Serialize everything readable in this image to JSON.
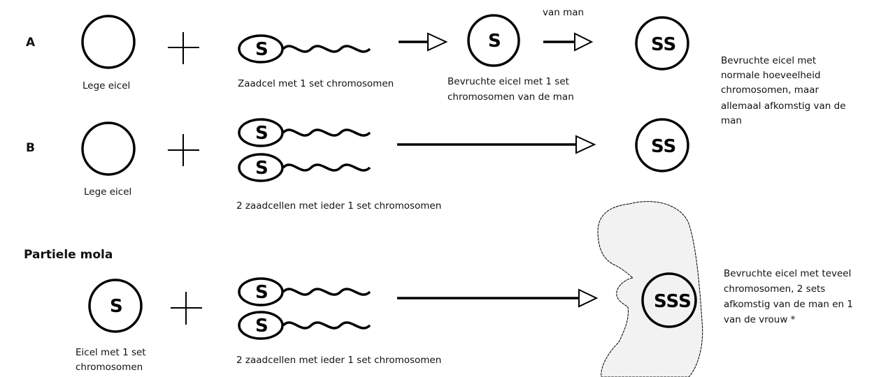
{
  "top": {
    "cut_label": "van man"
  },
  "row_a": {
    "letter": "A",
    "egg_label": "Lege eicel",
    "sperm_label": "Zaadcel met 1 set chromosomen",
    "intermediate_label": [
      "Bevruchte eicel met 1 set",
      "chromosomen van de man"
    ],
    "result_label": [
      "Bevruchte eicel met",
      "normale hoeveelheid",
      "chromosomen, maar",
      "allemaal afkomstig van de",
      "man"
    ]
  },
  "row_b": {
    "letter": "B",
    "egg_label": "Lege eicel",
    "sperm_label": "2 zaadcellen met ieder 1 set chromosomen"
  },
  "partial": {
    "heading": "Partiele mola",
    "egg_label": [
      "Eicel met 1 set",
      "chromosomen"
    ],
    "sperm_label": "2 zaadcellen met ieder 1 set chromosomen",
    "result_label": [
      "Bevruchte eicel met teveel",
      "chromosomen, 2 sets",
      "afkomstig van de man en 1",
      "van de vrouw *"
    ]
  },
  "symbols": {
    "one_set": "S",
    "two_sets": "SS",
    "three_sets": "SSS"
  },
  "colors": {
    "embryo_fill": "#f2f2f2"
  }
}
